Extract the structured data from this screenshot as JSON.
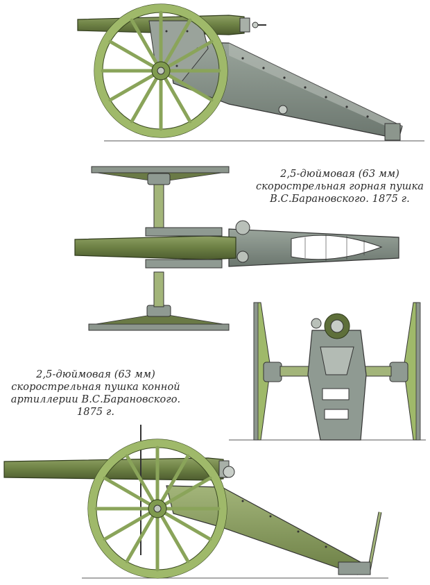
{
  "captions": {
    "mountain_gun": [
      "2,5-дюймовая (63 мм)",
      "скорострельная горная пушка",
      "В.С.Барановского. 1875 г."
    ],
    "horse_artillery_gun": [
      "2,5-дюймовая (63 мм)",
      "скорострельная пушка конной",
      "артиллерии В.С.Барановского.",
      "1875 г."
    ]
  },
  "colors": {
    "wheel_green": "#9fb96a",
    "barrel_green": "#7b8f50",
    "carriage_gray": "#8f9a92",
    "ink": "#2a2a2a"
  }
}
